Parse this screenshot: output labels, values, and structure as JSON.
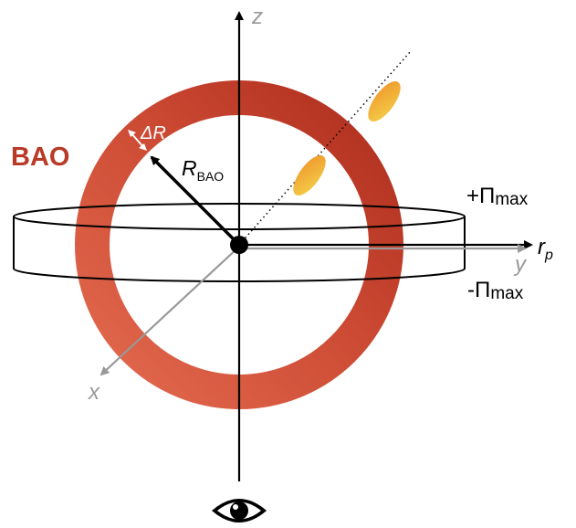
{
  "labels": {
    "bao": "BAO",
    "delta_r": "ΔR",
    "r_bao_main": "R",
    "r_bao_sub": "BAO",
    "pi_plus": "+Π",
    "pi_minus": "-Π",
    "pi_sub": "max",
    "axis_z": "z",
    "axis_y": "y",
    "axis_x": "x",
    "axis_rp_main": "r",
    "axis_rp_sub": "p"
  },
  "icons": {
    "observer": "eye-icon"
  },
  "colors": {
    "ring_dark": "#b0301f",
    "ring_light": "#e06a4e",
    "bao_text": "#b93a26",
    "axis_black": "#000000",
    "axis_gray": "#999999",
    "galaxy_orange": "#f0a030",
    "galaxy_yellow": "#f5c842"
  }
}
